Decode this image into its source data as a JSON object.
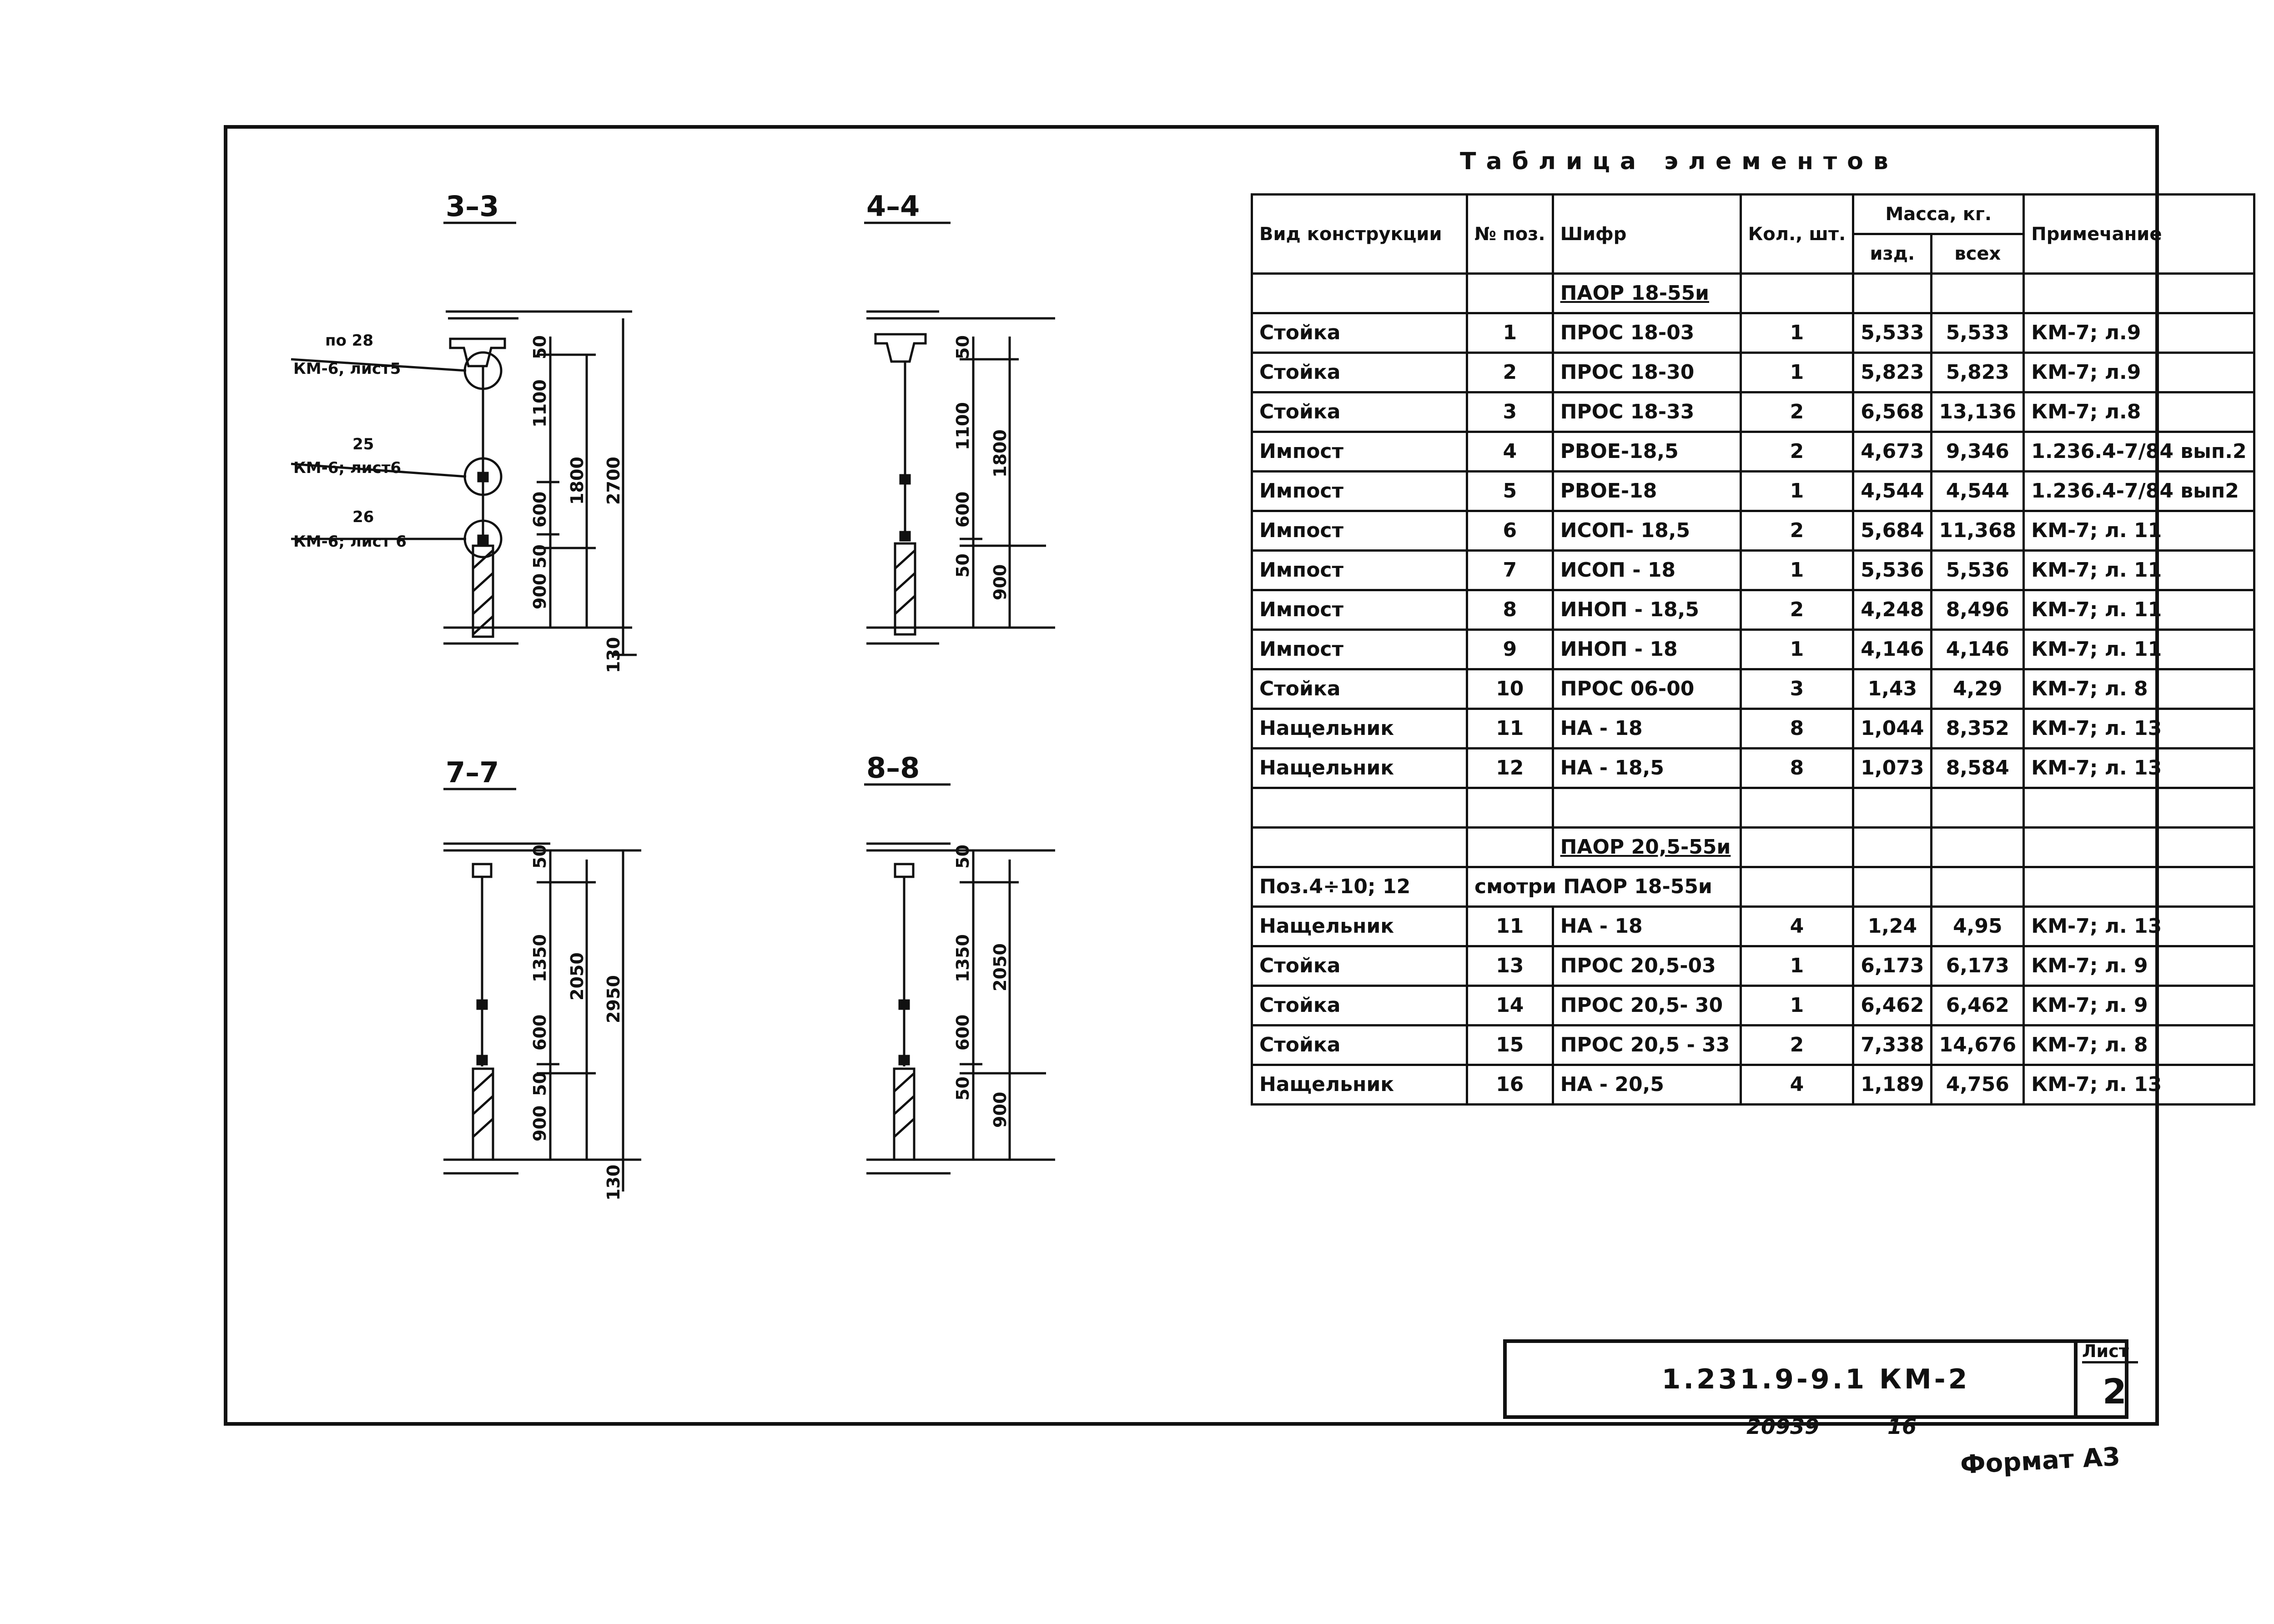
{
  "sections": {
    "s33": "3–3",
    "s44": "4–4",
    "s77": "7–7",
    "s88": "8–8"
  },
  "callouts": {
    "c1_top": "по 28",
    "c1_bottom": "КМ-6, лист5",
    "c2_top": "25",
    "c2_bottom": "КМ-6; лист6",
    "c3_top": "26",
    "c3_bottom": "КМ-6; лист 6"
  },
  "dims": {
    "d50": "50",
    "d1100": "1100",
    "d1800": "1800",
    "d2700": "2700",
    "d600": "600",
    "d900": "900",
    "d130": "130",
    "d1350": "1350",
    "d2050": "2050",
    "d2950": "2950"
  },
  "table": {
    "title": "Таблица элементов",
    "headers": {
      "type": "Вид конструкции",
      "pos": "№ поз.",
      "code": "Шифр",
      "qty": "Кол., шт.",
      "mass": "Масса, кг.",
      "mass_item": "изд.",
      "mass_all": "всех",
      "note": "Примечание"
    },
    "group1": "ПАОР 18-55и",
    "rows1": [
      {
        "type": "Стойка",
        "pos": "1",
        "code": "ПРОС 18-03",
        "qty": "1",
        "m1": "5,533",
        "m2": "5,533",
        "note": "КМ-7; л.9"
      },
      {
        "type": "Стойка",
        "pos": "2",
        "code": "ПРОС 18-30",
        "qty": "1",
        "m1": "5,823",
        "m2": "5,823",
        "note": "КМ-7; л.9"
      },
      {
        "type": "Стойка",
        "pos": "3",
        "code": "ПРОС 18-33",
        "qty": "2",
        "m1": "6,568",
        "m2": "13,136",
        "note": "КМ-7; л.8"
      },
      {
        "type": "Импост",
        "pos": "4",
        "code": "РВОЕ-18,5",
        "qty": "2",
        "m1": "4,673",
        "m2": "9,346",
        "note": "1.236.4-7/84 вып.2"
      },
      {
        "type": "Импост",
        "pos": "5",
        "code": "РВОЕ-18",
        "qty": "1",
        "m1": "4,544",
        "m2": "4,544",
        "note": "1.236.4-7/84 вып2"
      },
      {
        "type": "Импост",
        "pos": "6",
        "code": "ИСОП- 18,5",
        "qty": "2",
        "m1": "5,684",
        "m2": "11,368",
        "note": "КМ-7; л. 11"
      },
      {
        "type": "Импост",
        "pos": "7",
        "code": "ИСОП - 18",
        "qty": "1",
        "m1": "5,536",
        "m2": "5,536",
        "note": "КМ-7; л. 11"
      },
      {
        "type": "Импост",
        "pos": "8",
        "code": "ИНОП - 18,5",
        "qty": "2",
        "m1": "4,248",
        "m2": "8,496",
        "note": "КМ-7; л. 11"
      },
      {
        "type": "Импост",
        "pos": "9",
        "code": "ИНОП - 18",
        "qty": "1",
        "m1": "4,146",
        "m2": "4,146",
        "note": "КМ-7; л. 11"
      },
      {
        "type": "Стойка",
        "pos": "10",
        "code": "ПРОС 06-00",
        "qty": "3",
        "m1": "1,43",
        "m2": "4,29",
        "note": "КМ-7; л. 8"
      },
      {
        "type": "Нащельник",
        "pos": "11",
        "code": "НА - 18",
        "qty": "8",
        "m1": "1,044",
        "m2": "8,352",
        "note": "КМ-7; л. 13"
      },
      {
        "type": "Нащельник",
        "pos": "12",
        "code": "НА - 18,5",
        "qty": "8",
        "m1": "1,073",
        "m2": "8,584",
        "note": "КМ-7; л. 13"
      }
    ],
    "group2": "ПАОР 20,5-55и",
    "ref_type": "Поз.4÷10; 12",
    "ref_code": "смотри ПАОР 18-55и",
    "rows2": [
      {
        "type": "Нащельник",
        "pos": "11",
        "code": "НА - 18",
        "qty": "4",
        "m1": "1,24",
        "m2": "4,95",
        "note": "КМ-7; л. 13"
      },
      {
        "type": "Стойка",
        "pos": "13",
        "code": "ПРОС 20,5-03",
        "qty": "1",
        "m1": "6,173",
        "m2": "6,173",
        "note": "КМ-7; л. 9"
      },
      {
        "type": "Стойка",
        "pos": "14",
        "code": "ПРОС 20,5- 30",
        "qty": "1",
        "m1": "6,462",
        "m2": "6,462",
        "note": "КМ-7; л. 9"
      },
      {
        "type": "Стойка",
        "pos": "15",
        "code": "ПРОС 20,5 - 33",
        "qty": "2",
        "m1": "7,338",
        "m2": "14,676",
        "note": "КМ-7; л. 8"
      },
      {
        "type": "Нащельник",
        "pos": "16",
        "code": "НА - 20,5",
        "qty": "4",
        "m1": "1,189",
        "m2": "4,756",
        "note": "КМ-7; л. 13"
      }
    ]
  },
  "stamp": {
    "code": "1.231.9-9.1 КМ-2",
    "sheet_label": "Лист",
    "sheet_num": "2"
  },
  "footer": {
    "inv": "20939",
    "num": "16",
    "format": "Формат А3"
  }
}
